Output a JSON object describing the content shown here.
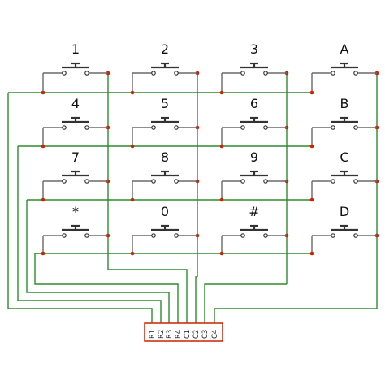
{
  "keypad": {
    "rows": [
      [
        "1",
        "2",
        "3",
        "A"
      ],
      [
        "4",
        "5",
        "6",
        "B"
      ],
      [
        "7",
        "8",
        "9",
        "C"
      ],
      [
        "*",
        "0",
        "#",
        "D"
      ]
    ]
  },
  "connector": {
    "pins": [
      "R1",
      "R2",
      "R3",
      "R4",
      "C1",
      "C2",
      "C3",
      "C4"
    ]
  },
  "colors": {
    "row_wire": "#2e8b2e",
    "col_wire": "#2e8b2e",
    "switch": "#333333",
    "switch_lead": "#6a6a6a",
    "junction": "#cc2200",
    "connector_border": "#cc2200"
  }
}
